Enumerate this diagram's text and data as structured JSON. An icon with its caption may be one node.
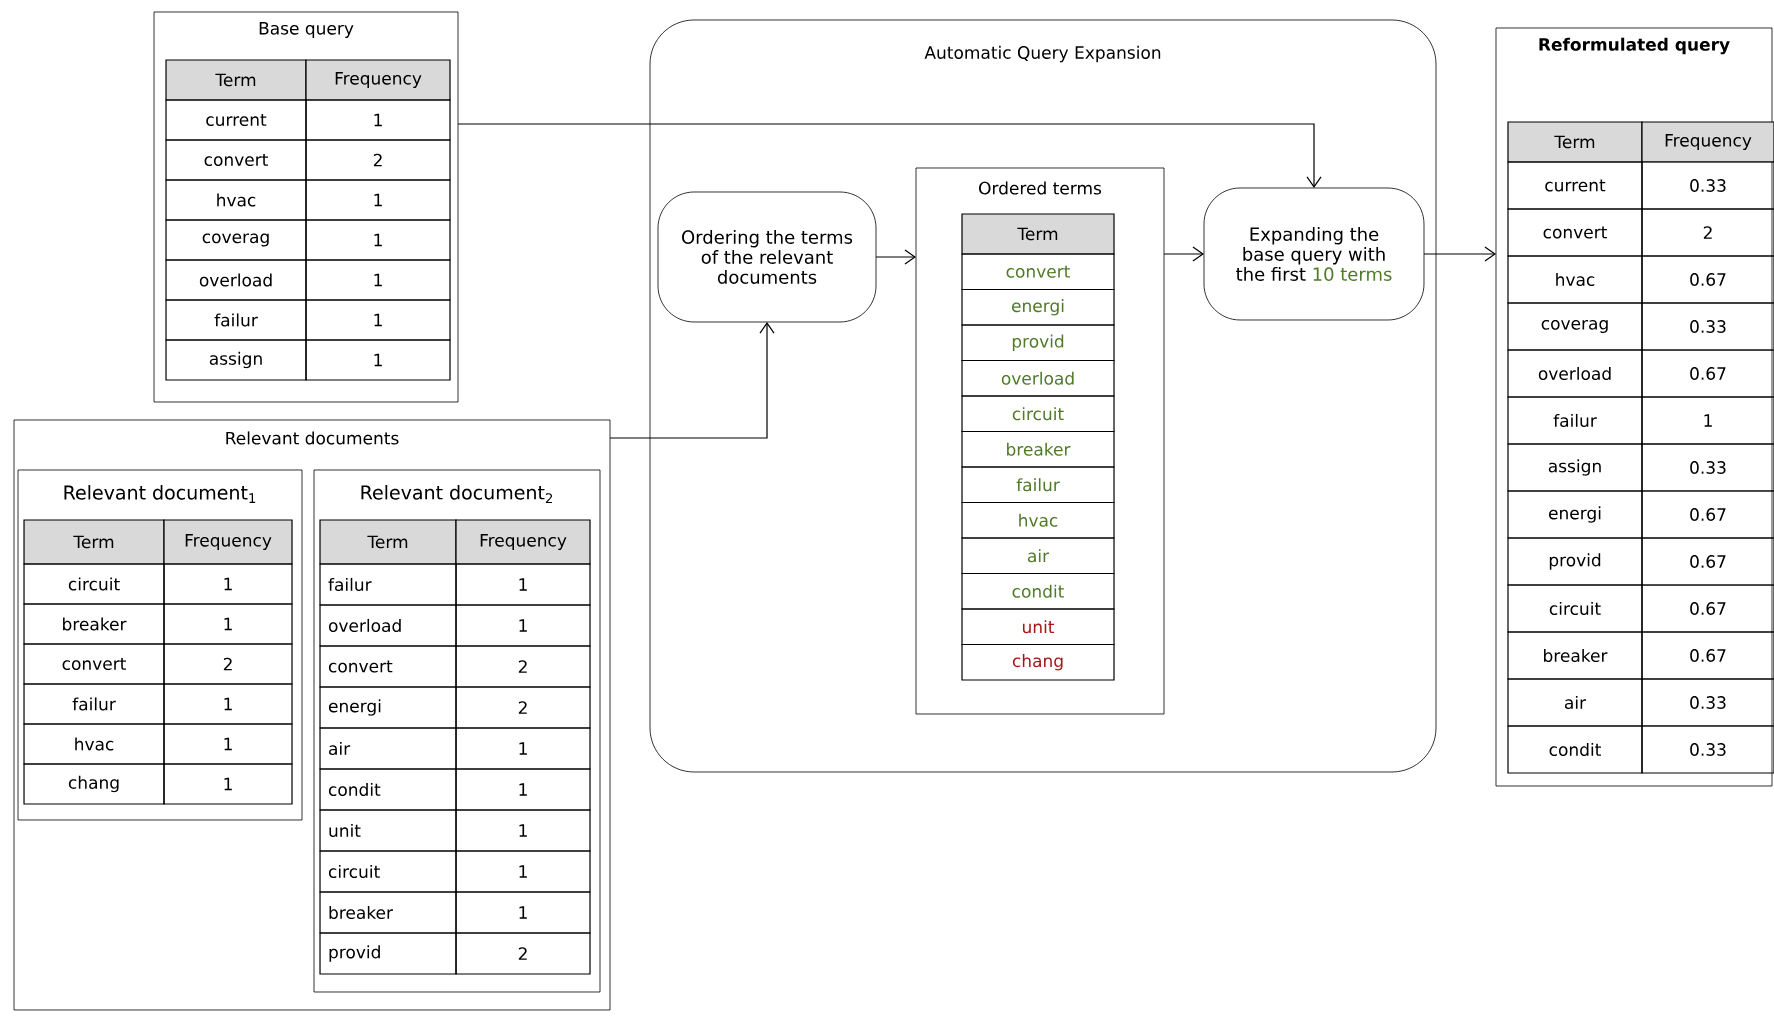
{
  "diagram": {
    "nodes": [
      {
        "text": [
          "Base query",
          "Term",
          "Frequency",
          "current",
          "1",
          "convert",
          "2",
          "hvac",
          "1",
          "coverag",
          "1",
          "overload",
          "1",
          "failur",
          "1",
          "assign",
          "1"
        ]
      },
      {
        "text": [
          "Relevant documents"
        ]
      },
      {
        "text": [
          "Relevant document$_{1}$",
          "Term",
          "Frequency",
          "circuit",
          "1",
          "breaker",
          "1",
          "convert",
          "2",
          "failur",
          "1",
          "hvac",
          "1",
          "chang",
          "1"
        ],
        "in": 1
      },
      {
        "text": [
          "Relevant document$_{2}$",
          "Term",
          "Frequency",
          "failur",
          "1",
          "overload",
          "1",
          "convert",
          "2",
          "energi",
          "2",
          "air",
          "1",
          "condit",
          "1",
          "unit",
          "1",
          "circuit",
          "1",
          "breaker",
          "1",
          "provid",
          "2"
        ],
        "in": 1
      },
      {
        "text": [
          "Automatic Query Expansion"
        ]
      },
      {
        "text": [
          "Ordering the terms of the relevant documents"
        ],
        "in": 4
      },
      {
        "text": [
          "Ordered terms",
          "Term",
          "convert",
          "energi",
          "provid",
          "overload",
          "circuit",
          "breaker",
          "failur",
          "hvac",
          "air",
          "condit",
          "unit",
          "chang"
        ],
        "in": 4
      },
      {
        "text": [
          "Expanding the base query with the first",
          "10 terms"
        ],
        "in": 4
      },
      {
        "text": [
          "Reformulated query",
          "Term",
          "Frequency",
          "current",
          "0.33",
          "convert",
          "2",
          "hvac",
          "0.67",
          "coverag",
          "0.33",
          "overload",
          "0.67",
          "failur",
          "1",
          "assign",
          "0.33",
          "energi",
          "0.67",
          "provid",
          "0.67",
          "circuit",
          "0.67",
          "breaker",
          "0.67",
          "air",
          "0.33",
          "condit",
          "0.33"
        ]
      }
    ],
    "edges": [
      {
        "from": 0,
        "to": 7,
        "arrow": "to"
      },
      {
        "from": 1,
        "to": 5,
        "arrow": "to"
      },
      {
        "from": 5,
        "to": 6,
        "arrow": "to"
      },
      {
        "from": 6,
        "to": 7,
        "arrow": "to"
      },
      {
        "from": 7,
        "to": 8,
        "arrow": "to"
      }
    ]
  }
}
